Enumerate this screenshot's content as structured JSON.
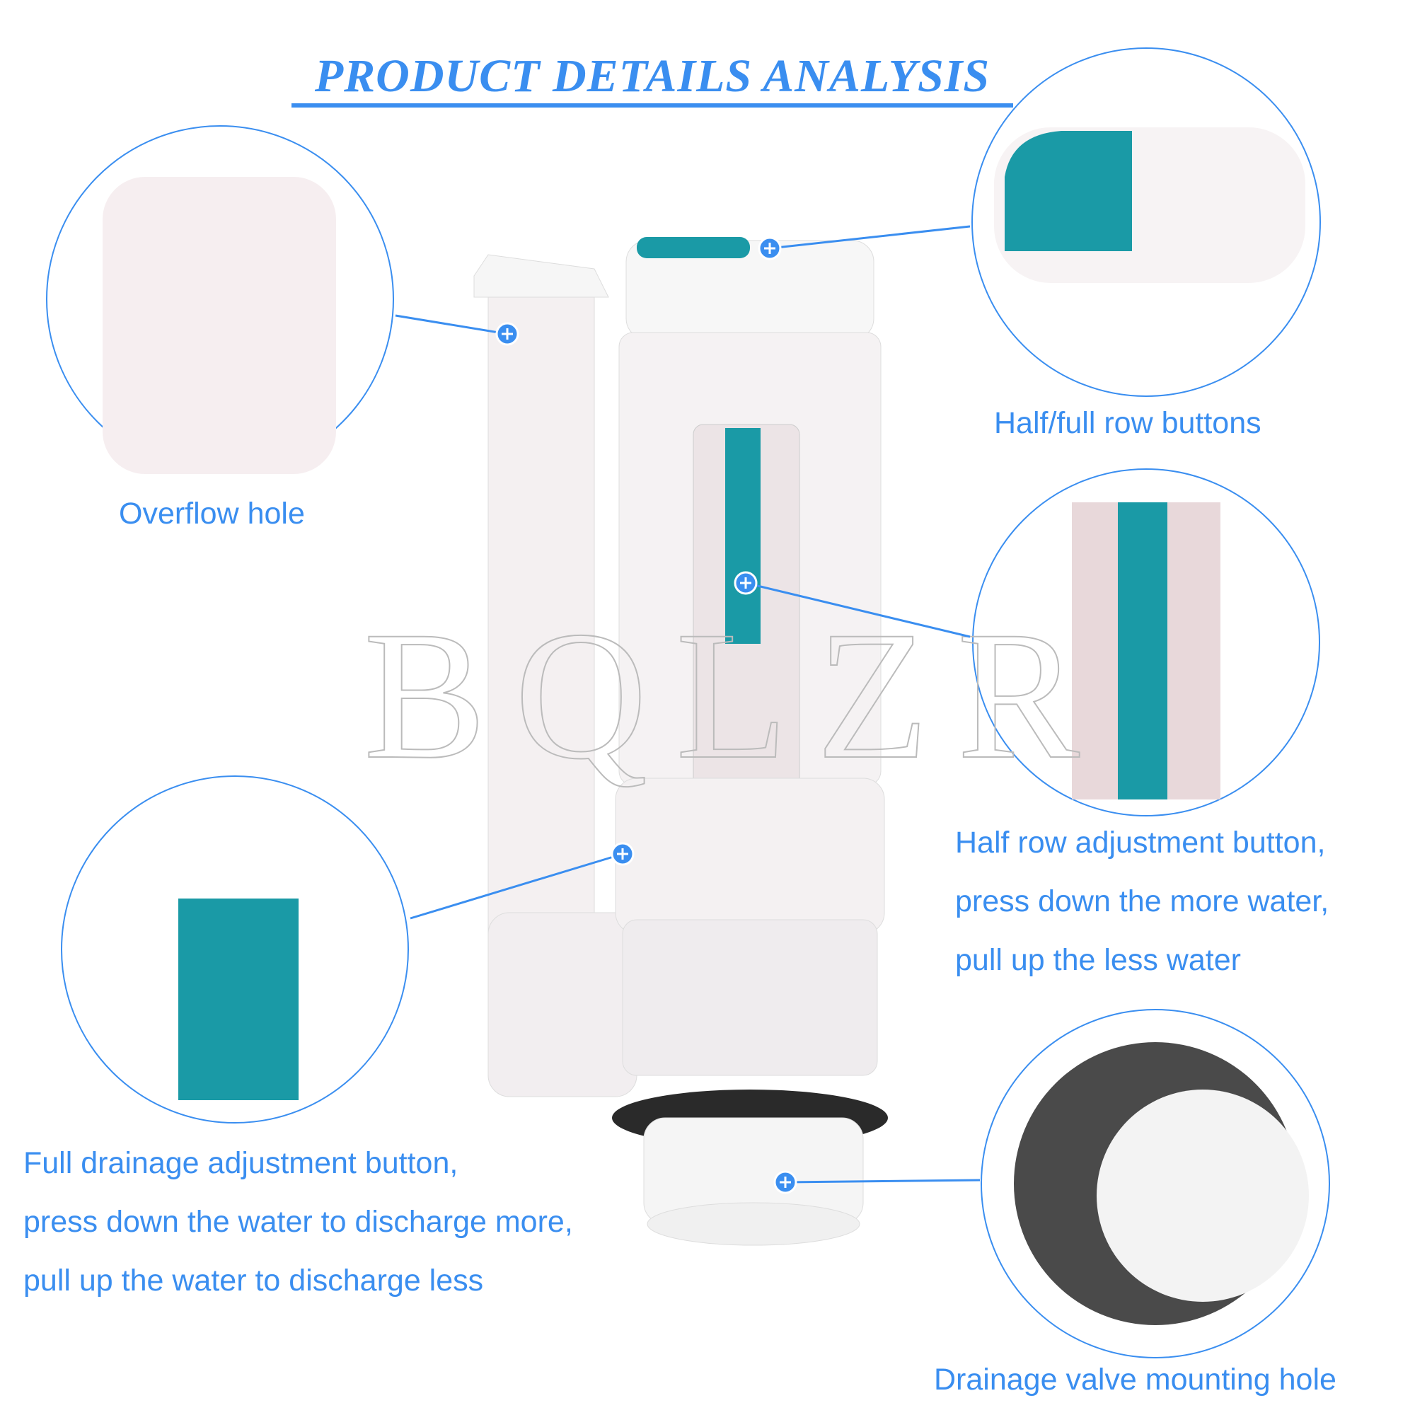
{
  "title": "PRODUCT DETAILS ANALYSIS",
  "watermark": "BQLZR",
  "callouts": {
    "overflow": "Overflow hole",
    "buttons": "Half/full row buttons",
    "half_row": [
      "Half row adjustment button,",
      "press down the more water,",
      "pull up the less water"
    ],
    "full_drainage": [
      "Full drainage adjustment button,",
      "press down the water to discharge more,",
      "pull up the water to discharge less"
    ],
    "mounting": "Drainage valve mounting hole"
  },
  "colors": {
    "accent": "#3a8ef0",
    "teal": "#1a9aa6",
    "gasket": "#2a2a2a"
  },
  "icons": {
    "marker": "plus-circle-icon"
  }
}
